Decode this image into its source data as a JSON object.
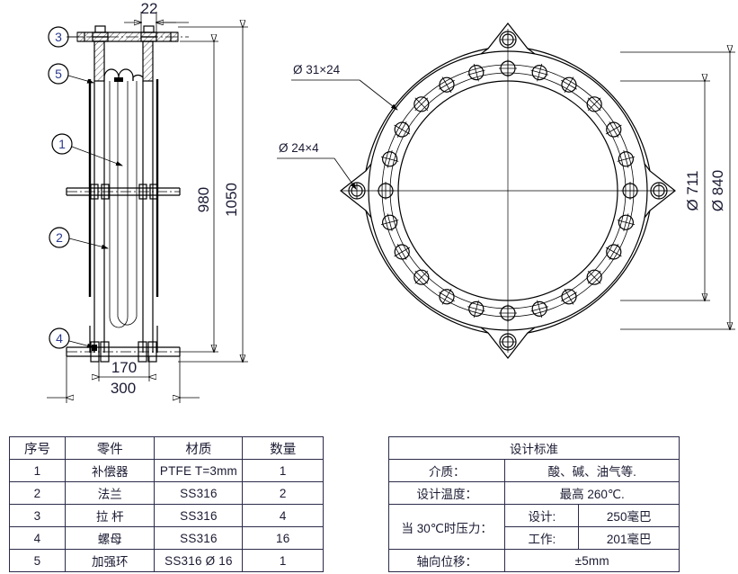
{
  "drawing": {
    "side_view": {
      "name": "expansion-joint-side-view",
      "balloons": [
        {
          "id": "3",
          "label": "3"
        },
        {
          "id": "5",
          "label": "5"
        },
        {
          "id": "1",
          "label": "1"
        },
        {
          "id": "2",
          "label": "2"
        },
        {
          "id": "4",
          "label": "4"
        }
      ],
      "dimensions": {
        "top_width": "22",
        "height_inner": "980",
        "height_overall": "1050",
        "bolt_span": "170",
        "flange_width": "300"
      }
    },
    "plan_view": {
      "name": "flange-plan-view",
      "leaders": [
        {
          "label": "Ø 31×24"
        },
        {
          "label": "Ø 24×4"
        }
      ],
      "dimensions": {
        "bore": "Ø 711",
        "outer": "Ø 840"
      },
      "bolt_hole_count": 24,
      "corner_lug_count": 4
    }
  },
  "parts_table": {
    "title": "parts-list",
    "headers": [
      "序号",
      "零件",
      "材质",
      "数量"
    ],
    "rows": [
      {
        "no": "1",
        "part": "补偿器",
        "material": "PTFE T=3mm",
        "qty": "1"
      },
      {
        "no": "2",
        "part": "法兰",
        "material": "SS316",
        "qty": "2"
      },
      {
        "no": "3",
        "part": "拉 杆",
        "material": "SS316",
        "qty": "4"
      },
      {
        "no": "4",
        "part": "螺母",
        "material": "SS316",
        "qty": "16"
      },
      {
        "no": "5",
        "part": "加强环",
        "material": "SS316 Ø 16",
        "qty": "1"
      }
    ]
  },
  "spec_table": {
    "title": "设计标准",
    "rows": {
      "medium_label": "介质：",
      "medium_value": "酸、碱、油气等.",
      "temp_label": "设计温度：",
      "temp_value": "最高 260℃.",
      "pressure_label": "当 30℃时压力：",
      "pressure_design_label": "设计:",
      "pressure_design_value": "250毫巴",
      "pressure_work_label": "工作:",
      "pressure_work_value": "201毫巴",
      "axial_label": "轴向位移：",
      "axial_value": "±5mm"
    }
  },
  "colors": {
    "line": "#000000",
    "text": "#1b1b33",
    "balloon": "#2b3a8f",
    "table_border": "#2b2b4a"
  }
}
